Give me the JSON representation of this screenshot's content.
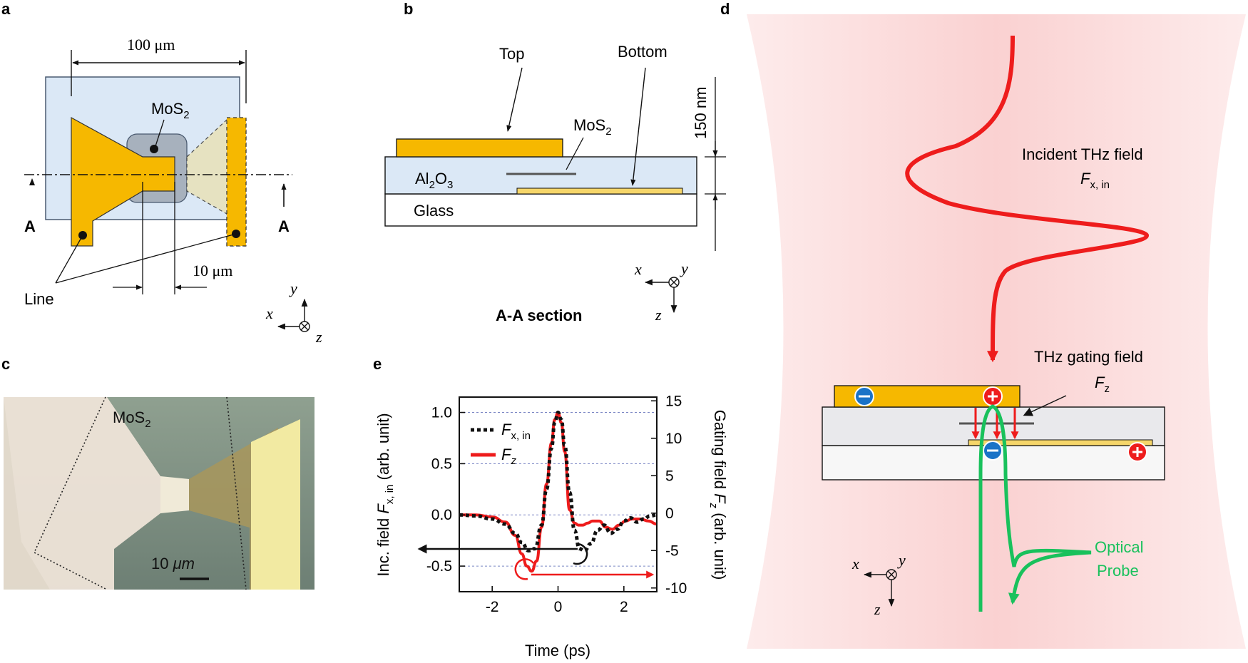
{
  "panels": {
    "a": {
      "label": "a",
      "dim_width": "100 μm",
      "dim_gap": "10 μm",
      "mos2": "MoS",
      "mos2_sub": "2",
      "section_mark": "A",
      "line_label": "Line",
      "axes": {
        "x": "x",
        "y": "y",
        "z": "z"
      }
    },
    "b": {
      "label": "b",
      "top": "Top",
      "bottom": "Bottom",
      "mos2": "MoS",
      "mos2_sub": "2",
      "al": "Al",
      "al_sub": "2",
      "o": "O",
      "o_sub": "3",
      "glass": "Glass",
      "thickness": "150 nm",
      "section_title": "A-A section",
      "axes": {
        "x": "x",
        "y": "y",
        "z": "z"
      }
    },
    "c": {
      "label": "c",
      "mos2": "MoS",
      "mos2_sub": "2",
      "scale_num": "10 ",
      "scale_unit": "μm"
    },
    "d": {
      "label": "d",
      "incident_line1": "Incident THz field",
      "incident_F": "F",
      "incident_sub": "x, in",
      "gating_line1": "THz gating field",
      "gating_F": "F",
      "gating_sub": "z",
      "probe_line1": "Optical",
      "probe_line2": "Probe",
      "axes": {
        "x": "x",
        "y": "y",
        "z": "z"
      }
    },
    "e": {
      "label": "e",
      "xlabel": "Time (ps)",
      "ylabel_left_prefix": "Inc. field ",
      "ylabel_left_F": "F",
      "ylabel_left_sub": "x, in",
      "ylabel_left_suffix": " (arb. unit)",
      "ylabel_right_prefix": "Gating field ",
      "ylabel_right_F": "F",
      "ylabel_right_sub": "z",
      "ylabel_right_suffix": " (arb. unit)",
      "legend": [
        {
          "F": "F",
          "sub": "x, in"
        },
        {
          "F": "F",
          "sub": "z"
        }
      ]
    }
  },
  "colors": {
    "gold": "#f6b800",
    "pale_gold": "#e9e2b8",
    "blue_panel": "#dbe8f6",
    "grey_box": "#a7b1bd",
    "red": "#ee1c1c",
    "green": "#19c15c",
    "blue_charge": "#1a73c7",
    "grid": "#7b86c4"
  },
  "chart_data": {
    "type": "line",
    "x_range": [
      -3,
      3
    ],
    "x_ticks": [
      "-2",
      "0",
      "2"
    ],
    "y_left_range": [
      -0.75,
      1.15
    ],
    "y_left_ticks": [
      "1.0",
      "0.5",
      "0.0",
      "-0.5"
    ],
    "y_right_range": [
      -10.5,
      15.5
    ],
    "y_right_ticks": [
      "15",
      "10",
      "5",
      "0",
      "-5",
      "-10"
    ],
    "grid": "horizontal dashed at left ticks",
    "series": [
      {
        "name": "F_x,in",
        "axis": "left",
        "style": "dotted-black",
        "x": [
          -3,
          -2.5,
          -2,
          -1.6,
          -1.3,
          -1.1,
          -0.9,
          -0.7,
          -0.5,
          -0.35,
          -0.2,
          -0.1,
          0,
          0.1,
          0.2,
          0.35,
          0.5,
          0.65,
          0.8,
          1.0,
          1.2,
          1.4,
          1.6,
          1.8,
          2.0,
          2.2,
          2.4,
          2.6,
          2.8,
          3.0
        ],
        "y": [
          0.0,
          -0.01,
          -0.04,
          -0.09,
          -0.18,
          -0.27,
          -0.35,
          -0.33,
          -0.1,
          0.25,
          0.65,
          0.9,
          1.0,
          0.93,
          0.68,
          0.22,
          -0.15,
          -0.33,
          -0.35,
          -0.28,
          -0.15,
          -0.1,
          -0.18,
          -0.14,
          -0.06,
          -0.03,
          -0.07,
          -0.04,
          -0.01,
          0.0
        ]
      },
      {
        "name": "F_z",
        "axis": "left",
        "style": "solid-red",
        "x": [
          -3,
          -2.5,
          -2,
          -1.6,
          -1.3,
          -1.1,
          -0.95,
          -0.8,
          -0.65,
          -0.5,
          -0.35,
          -0.2,
          -0.1,
          0,
          0.1,
          0.2,
          0.35,
          0.5,
          0.62,
          0.75,
          0.9,
          1.05,
          1.25,
          1.45,
          1.65,
          1.85,
          2.05,
          2.25,
          2.5,
          2.75,
          3.0
        ],
        "y": [
          0.0,
          0.0,
          -0.02,
          -0.07,
          -0.2,
          -0.38,
          -0.5,
          -0.55,
          -0.45,
          -0.12,
          0.3,
          0.7,
          0.93,
          1.0,
          0.9,
          0.62,
          0.05,
          -0.08,
          -0.1,
          -0.1,
          -0.08,
          -0.06,
          -0.06,
          -0.12,
          -0.14,
          -0.1,
          -0.06,
          -0.04,
          -0.04,
          -0.06,
          -0.09
        ]
      }
    ]
  }
}
